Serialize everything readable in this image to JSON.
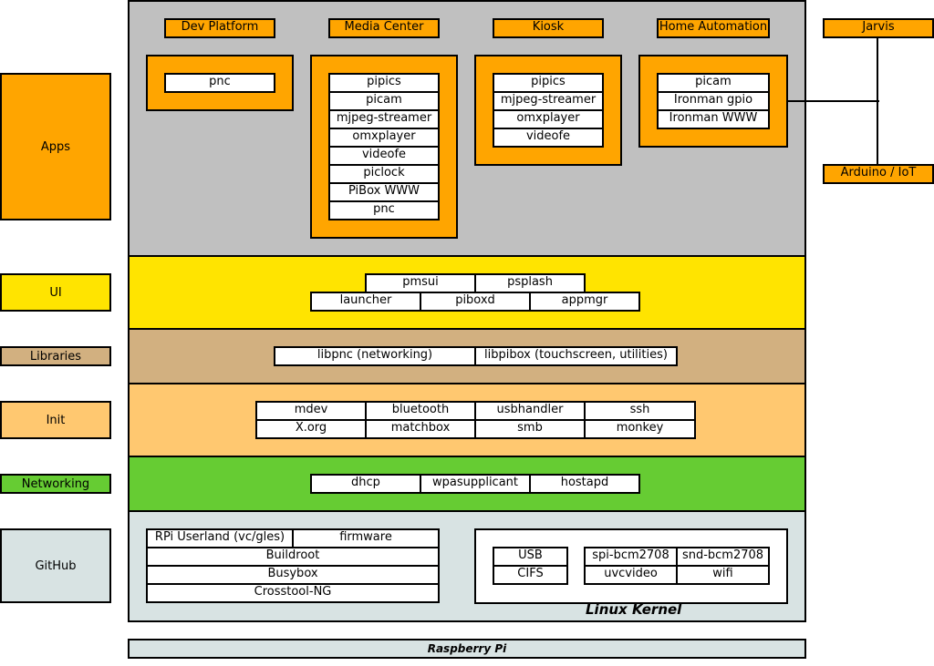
{
  "layers": {
    "apps": "Apps",
    "ui": "UI",
    "libraries": "Libraries",
    "init": "Init",
    "networking": "Networking",
    "github": "GitHub"
  },
  "app_groups": [
    {
      "title": "Dev Platform",
      "items": [
        "pnc"
      ]
    },
    {
      "title": "Media Center",
      "items": [
        "pipics",
        "picam",
        "mjpeg-streamer",
        "omxplayer",
        "videofe",
        "piclock",
        "PiBox WWW",
        "pnc"
      ]
    },
    {
      "title": "Kiosk",
      "items": [
        "pipics",
        "mjpeg-streamer",
        "omxplayer",
        "videofe"
      ]
    },
    {
      "title": "Home Automation",
      "items": [
        "picam",
        "Ironman gpio",
        "Ironman WWW"
      ]
    }
  ],
  "external": {
    "jarvis": "Jarvis",
    "arduino": "Arduino / IoT"
  },
  "ui": {
    "row1": [
      "pmsui",
      "psplash"
    ],
    "row2": [
      "launcher",
      "piboxd",
      "appmgr"
    ]
  },
  "libraries": [
    "libpnc (networking)",
    "libpibox (touchscreen, utilities)"
  ],
  "init": {
    "row1": [
      "mdev",
      "bluetooth",
      "usbhandler",
      "ssh"
    ],
    "row2": [
      "X.org",
      "matchbox",
      "smb",
      "monkey"
    ]
  },
  "networking": [
    "dhcp",
    "wpasupplicant",
    "hostapd"
  ],
  "build": {
    "row1": [
      "RPi Userland (vc/gles)",
      "firmware"
    ],
    "rows": [
      "Buildroot",
      "Busybox",
      "Crosstool-NG"
    ]
  },
  "kernel": {
    "title": "Linux Kernel",
    "left": [
      "USB",
      "CIFS"
    ],
    "right_row1": [
      "spi-bcm2708",
      "snd-bcm2708"
    ],
    "right_row2": [
      "uvcvideo",
      "wifi"
    ]
  },
  "hardware": "Raspberry Pi",
  "colors": {
    "orange": "#ffa500",
    "apps_bg": "#c0c0c0",
    "ui": "#ffe400",
    "libraries": "#d2b080",
    "init": "#ffc870",
    "networking": "#66cc33",
    "github": "#d8e3e3"
  }
}
